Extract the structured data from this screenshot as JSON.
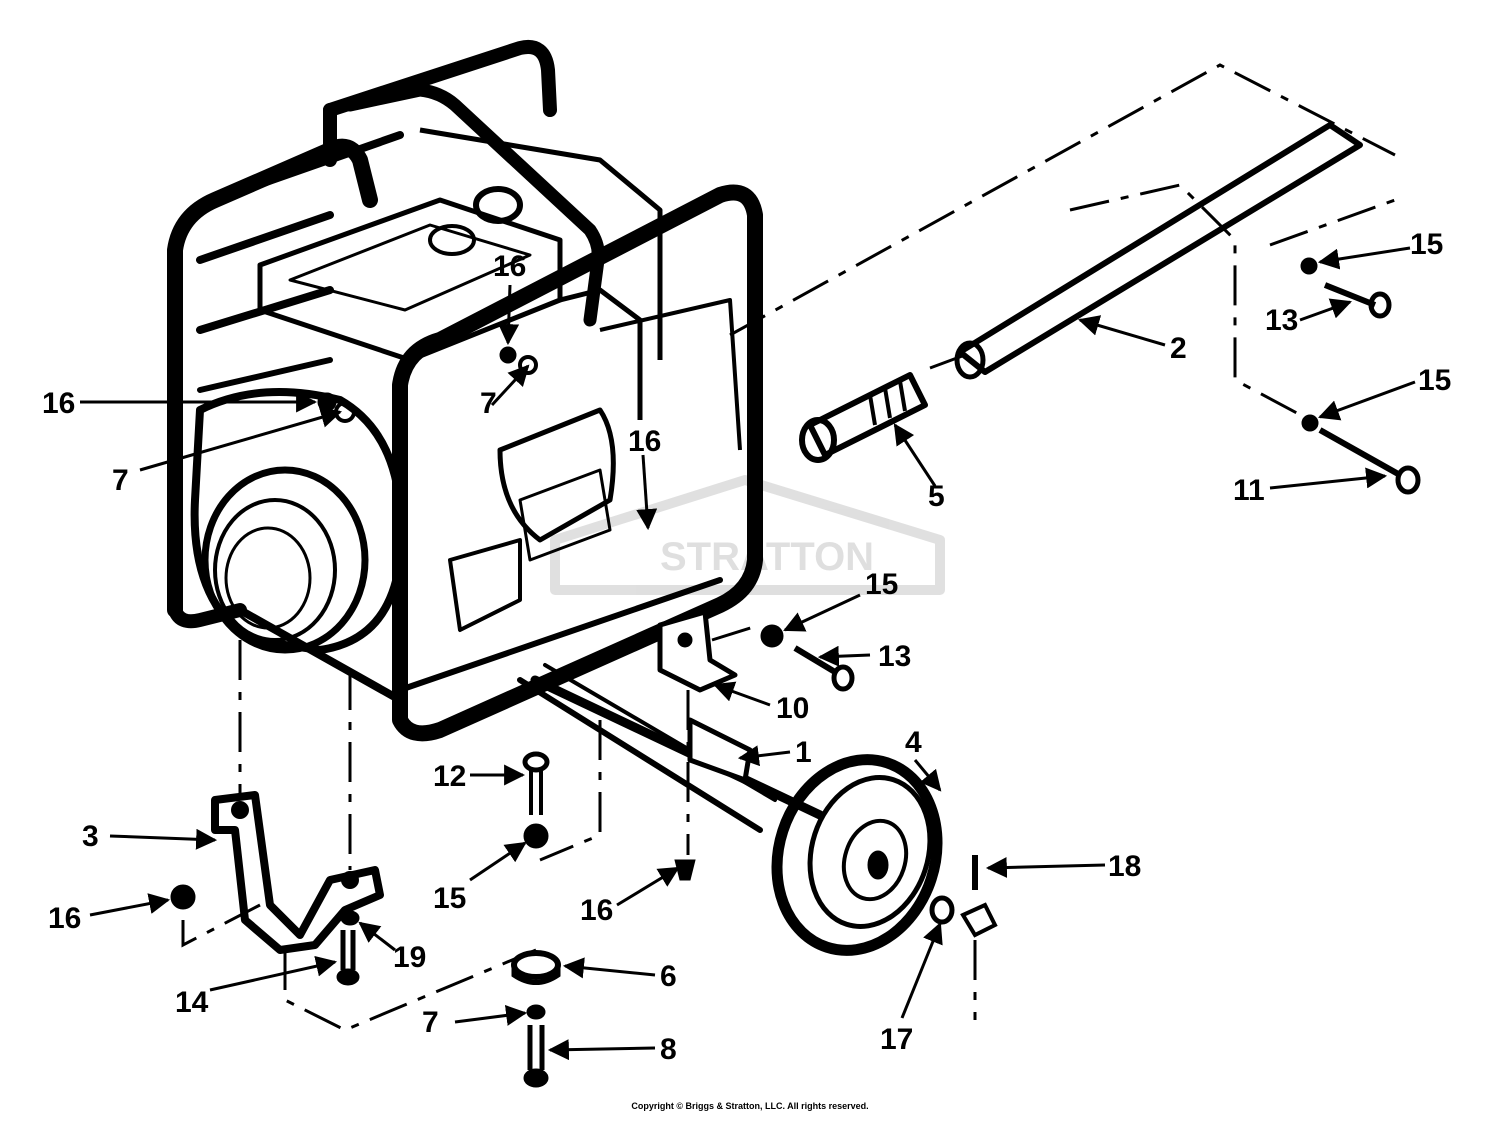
{
  "watermark": {
    "text": "STRATTON"
  },
  "labels": [
    {
      "id": "1",
      "text": "1"
    },
    {
      "id": "2",
      "text": "2"
    },
    {
      "id": "3",
      "text": "3"
    },
    {
      "id": "4",
      "text": "4"
    },
    {
      "id": "5",
      "text": "5"
    },
    {
      "id": "6",
      "text": "6"
    },
    {
      "id": "7a",
      "text": "7"
    },
    {
      "id": "7b",
      "text": "7"
    },
    {
      "id": "7c",
      "text": "7"
    },
    {
      "id": "8",
      "text": "8"
    },
    {
      "id": "10",
      "text": "10"
    },
    {
      "id": "11",
      "text": "11"
    },
    {
      "id": "12",
      "text": "12"
    },
    {
      "id": "13a",
      "text": "13"
    },
    {
      "id": "13b",
      "text": "13"
    },
    {
      "id": "14",
      "text": "14"
    },
    {
      "id": "15a",
      "text": "15"
    },
    {
      "id": "15b",
      "text": "15"
    },
    {
      "id": "15c",
      "text": "15"
    },
    {
      "id": "15d",
      "text": "15"
    },
    {
      "id": "16a",
      "text": "16"
    },
    {
      "id": "16b",
      "text": "16"
    },
    {
      "id": "16c",
      "text": "16"
    },
    {
      "id": "16d",
      "text": "16"
    },
    {
      "id": "16e",
      "text": "16"
    },
    {
      "id": "17",
      "text": "17"
    },
    {
      "id": "18",
      "text": "18"
    },
    {
      "id": "19",
      "text": "19"
    }
  ],
  "footer": {
    "copyright": "Copyright © Briggs & Stratton, LLC. All rights reserved."
  }
}
